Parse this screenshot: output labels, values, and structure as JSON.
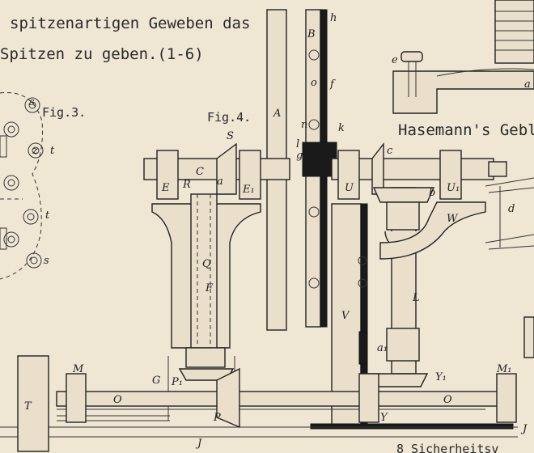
{
  "caption": {
    "line1": "spitzenartigen Geweben das",
    "line2": "Spitzen zu geben.(1-6)"
  },
  "figures": {
    "fig3": "Fig.3.",
    "fig4": "Fig.4."
  },
  "title_hasemann": "Hasemann's Gebl",
  "bottom_fragment": "8   Sicherheitsv",
  "labels": {
    "h": "h",
    "B": "B",
    "o": "o",
    "f": "f",
    "n": "n",
    "k": "k",
    "A": "A",
    "S": "S",
    "C": "C",
    "E": "E",
    "E1": "E₁",
    "R": "R",
    "a": "a",
    "l": "l",
    "g": "g",
    "U": "U",
    "c": "c",
    "U1": "U₁",
    "b": "b",
    "W": "W",
    "d": "d",
    "Q": "Q",
    "F": "F",
    "L": "L",
    "V": "V",
    "a1": "a₁",
    "G": "G",
    "P1": "P₁",
    "P": "P",
    "Y1": "Y₁",
    "Y": "Y",
    "M": "M",
    "M1": "M₁",
    "O": "O",
    "T": "T",
    "J": "J",
    "e": "e",
    "s": "s",
    "t": "t",
    "z": "z"
  }
}
